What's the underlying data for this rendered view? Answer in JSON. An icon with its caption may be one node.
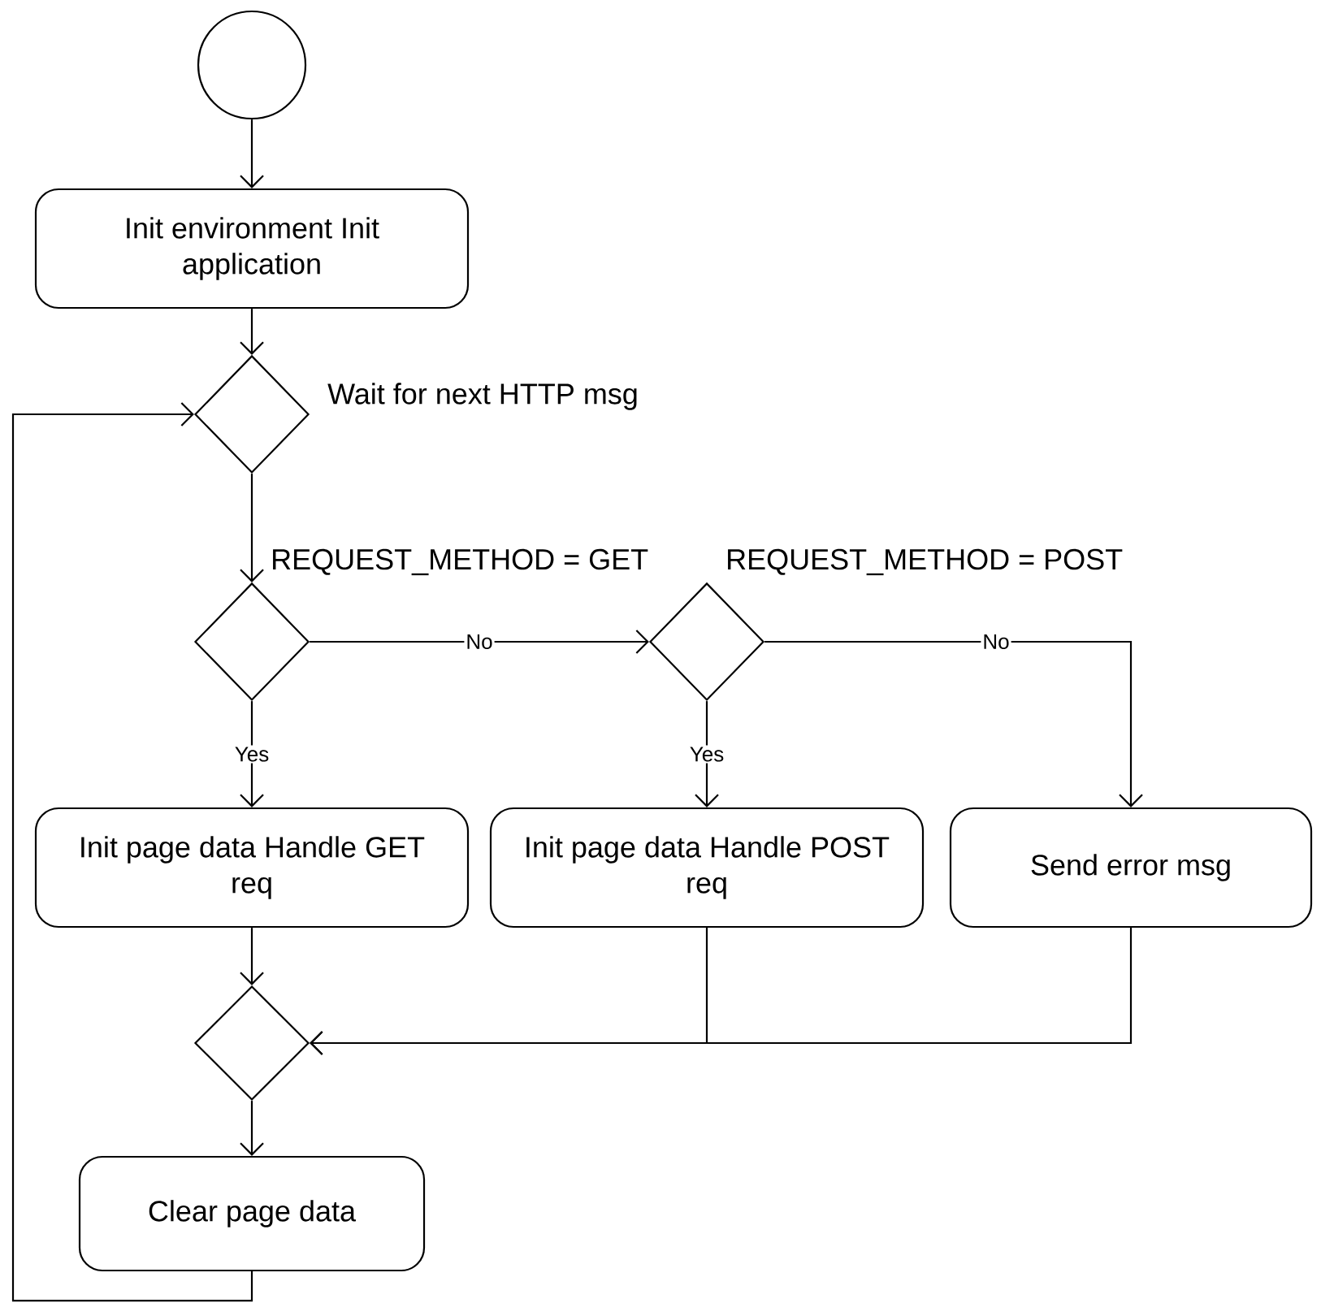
{
  "diagram": {
    "nodes": [
      {
        "text": [],
        "shape": "circle"
      },
      {
        "text": [
          "Init environment Init application"
        ]
      },
      {
        "text": [
          "Wait for next HTTP msg"
        ]
      },
      {
        "text": [
          "REQUEST_METHOD = GET"
        ]
      },
      {
        "text": [
          "REQUEST_METHOD = POST"
        ]
      },
      {
        "text": [
          "Init page data Handle GET req"
        ]
      },
      {
        "text": [
          "Init page data Handle POST req"
        ]
      },
      {
        "text": [
          "Send error msg"
        ]
      },
      {
        "text": [],
        "shape": "diamond"
      },
      {
        "text": [
          "Clear page data"
        ]
      }
    ],
    "edges": [
      {
        "from": 0,
        "to": 1,
        "arrow": "to"
      },
      {
        "from": 1,
        "to": 2,
        "arrow": "to"
      },
      {
        "from": 9,
        "to": 2,
        "arrow": "to"
      },
      {
        "from": 2,
        "to": 3,
        "arrow": "to"
      },
      {
        "from": 3,
        "to": 4,
        "arrow": "to",
        "label": "No"
      },
      {
        "from": 4,
        "to": 7,
        "arrow": "to",
        "label": "No"
      },
      {
        "from": 3,
        "to": 5,
        "arrow": "to",
        "label": "Yes"
      },
      {
        "from": 4,
        "to": 6,
        "arrow": "to",
        "label": "Yes"
      },
      {
        "from": 5,
        "to": 8,
        "arrow": "to"
      },
      {
        "from": 6,
        "to": 8,
        "arrow": "to"
      },
      {
        "from": 7,
        "to": 8,
        "arrow": "to"
      },
      {
        "from": 8,
        "to": 9,
        "arrow": "to"
      }
    ]
  }
}
